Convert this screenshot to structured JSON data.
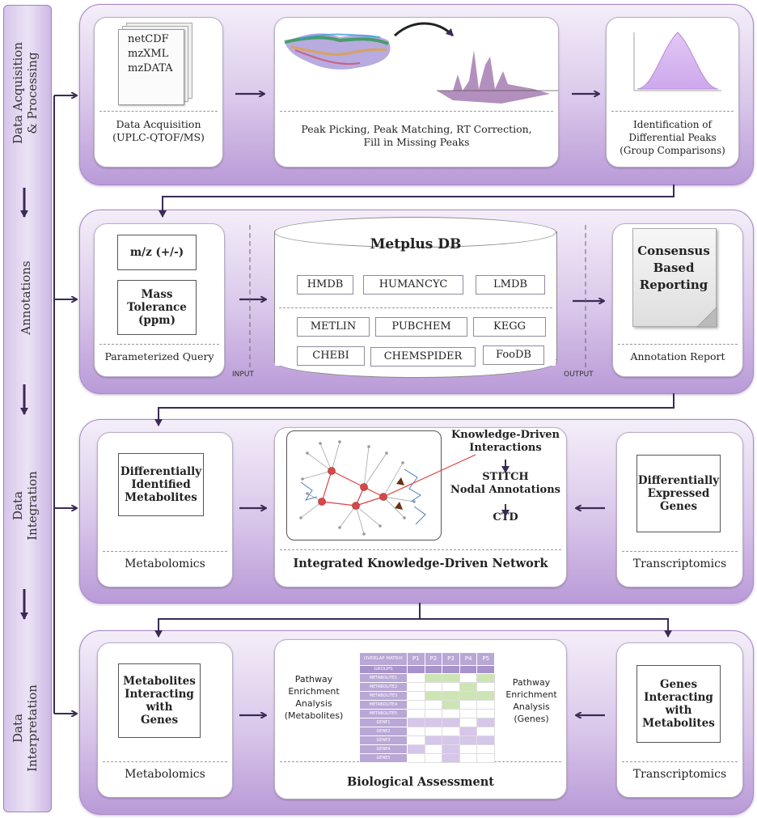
{
  "sidebar": {
    "stages": [
      {
        "line1": "Data Acquisition",
        "line2": "& Processing"
      },
      {
        "line1": "Annotations",
        "line2": ""
      },
      {
        "line1": "Data",
        "line2": "Integration"
      },
      {
        "line1": "Data",
        "line2": "Interpretation"
      }
    ]
  },
  "row1": {
    "formats": [
      "netCDF",
      "mzXML",
      "mzDATA"
    ],
    "acq_caption": [
      "Data Acquisition",
      "(UPLC-QTOF/MS)"
    ],
    "peak_caption": [
      "Peak Picking, Peak Matching, RT Correction,",
      "Fill in Missing Peaks"
    ],
    "diff_caption": [
      "Identification of",
      "Differential Peaks",
      "(Group Comparisons)"
    ]
  },
  "row2": {
    "mz_box": "m/z (+/-)",
    "tol_box": [
      "Mass",
      "Tolerance",
      "(ppm)"
    ],
    "query_caption": "Parameterized Query",
    "input_label": "INPUT",
    "output_label": "OUTPUT",
    "db_title": "Metplus DB",
    "db_row1": [
      "HMDB",
      "HUMANCYC",
      "LMDB"
    ],
    "db_row2": [
      "METLIN",
      "PUBCHEM",
      "KEGG"
    ],
    "db_row3": [
      "CHEBI",
      "CHEMSPIDER",
      "FooDB"
    ],
    "report_box": [
      "Consensus",
      "Based",
      "Reporting"
    ],
    "report_caption": "Annotation Report"
  },
  "row3": {
    "metab_box": [
      "Differentially",
      "Identified",
      "Metabolites"
    ],
    "metab_caption": "Metabolomics",
    "flow": [
      "Knowledge-Driven",
      "Interactions",
      "STITCH",
      "Nodal Annotations",
      "CTD"
    ],
    "network_caption": "Integrated Knowledge-Driven Network",
    "genes_box": [
      "Differentially",
      "Expressed",
      "Genes"
    ],
    "genes_caption": "Transcriptomics"
  },
  "row4": {
    "metab_box": [
      "Metabolites",
      "Interacting",
      "with",
      "Genes"
    ],
    "metab_caption": "Metabolomics",
    "left_text": [
      "Pathway",
      "Enrichment",
      "Analysis",
      "(Metabolites)"
    ],
    "right_text": [
      "Pathway",
      "Enrichment",
      "Analysis",
      "(Genes)"
    ],
    "matrix": {
      "corner": [
        "OVERLAP",
        "MATRIX"
      ],
      "cols": [
        "P1",
        "P2",
        "P3",
        "P4",
        "P5"
      ],
      "groups_label": "GROUPS",
      "rows": [
        "METABOLITE1",
        "METABOLITE2",
        "METABOLITE3",
        "METABOLITE4",
        "METABOLITE5",
        "GENE1",
        "GENE2",
        "GENE3",
        "GENE4",
        "GENE5"
      ]
    },
    "assess_caption": "Biological Assessment",
    "genes_box": [
      "Genes",
      "Interacting",
      "with",
      "Metabolites"
    ],
    "genes_caption": "Transcriptomics"
  },
  "colors": {
    "stage_border": "#a888c8",
    "arrow": "#3a2a55",
    "accent": "#c8a8e0"
  }
}
